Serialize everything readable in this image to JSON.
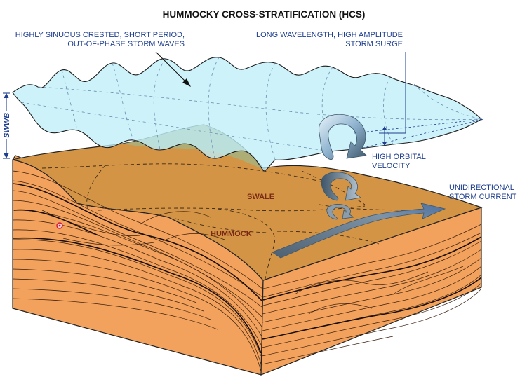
{
  "title": "HUMMOCKY CROSS-STRATIFICATION (HCS)",
  "labels": {
    "storm_waves_line1": "HIGHLY SINUOUS CRESTED, SHORT PERIOD,",
    "storm_waves_line2": "OUT-OF-PHASE STORM WAVES",
    "storm_surge_line1": "LONG WAVELENGTH, HIGH AMPLITUDE",
    "storm_surge_line2": "STORM SURGE",
    "orbital_line1": "HIGH ORBITAL",
    "orbital_line2": "VELOCITY",
    "current_line1": "UNIDIRECTIONAL",
    "current_line2": "STORM CURRENT",
    "swale": "SWALE",
    "hummock": "HUMMOCK",
    "swwb": "SWWB"
  },
  "colors": {
    "water": "#bfeef8",
    "sediment_top": "#d49446",
    "sediment_side": "#f2a25c",
    "label_blue": "#1f3f8f",
    "label_red": "#7a2a14",
    "arrow_grey": "#5b6c7c"
  }
}
